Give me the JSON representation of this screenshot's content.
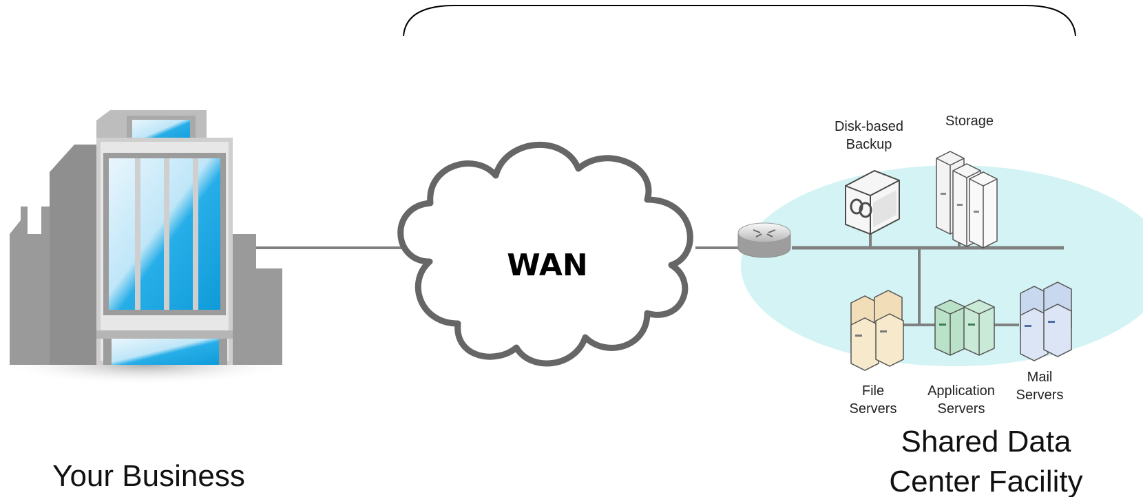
{
  "labels": {
    "wan": "WAN",
    "disk_backup_line1": "Disk-based",
    "disk_backup_line2": "Backup",
    "storage": "Storage",
    "file_servers_line1": "File",
    "file_servers_line2": "Servers",
    "app_servers_line1": "Application",
    "app_servers_line2": "Servers",
    "mail_servers_line1": "Mail",
    "mail_servers_line2": "Servers",
    "your_business": "Your Business",
    "shared_dc_line1": "Shared Data",
    "shared_dc_line2": "Center Facility"
  },
  "colors": {
    "network_zone": "#d4f3f4",
    "link": "#808080",
    "building_gray": "#9a9a9a",
    "glass_blue": "#1aa9e6",
    "file_server_tint": "#f1deb8",
    "app_server_tint": "#b9e2c9",
    "mail_server_tint": "#c8d8ef"
  }
}
